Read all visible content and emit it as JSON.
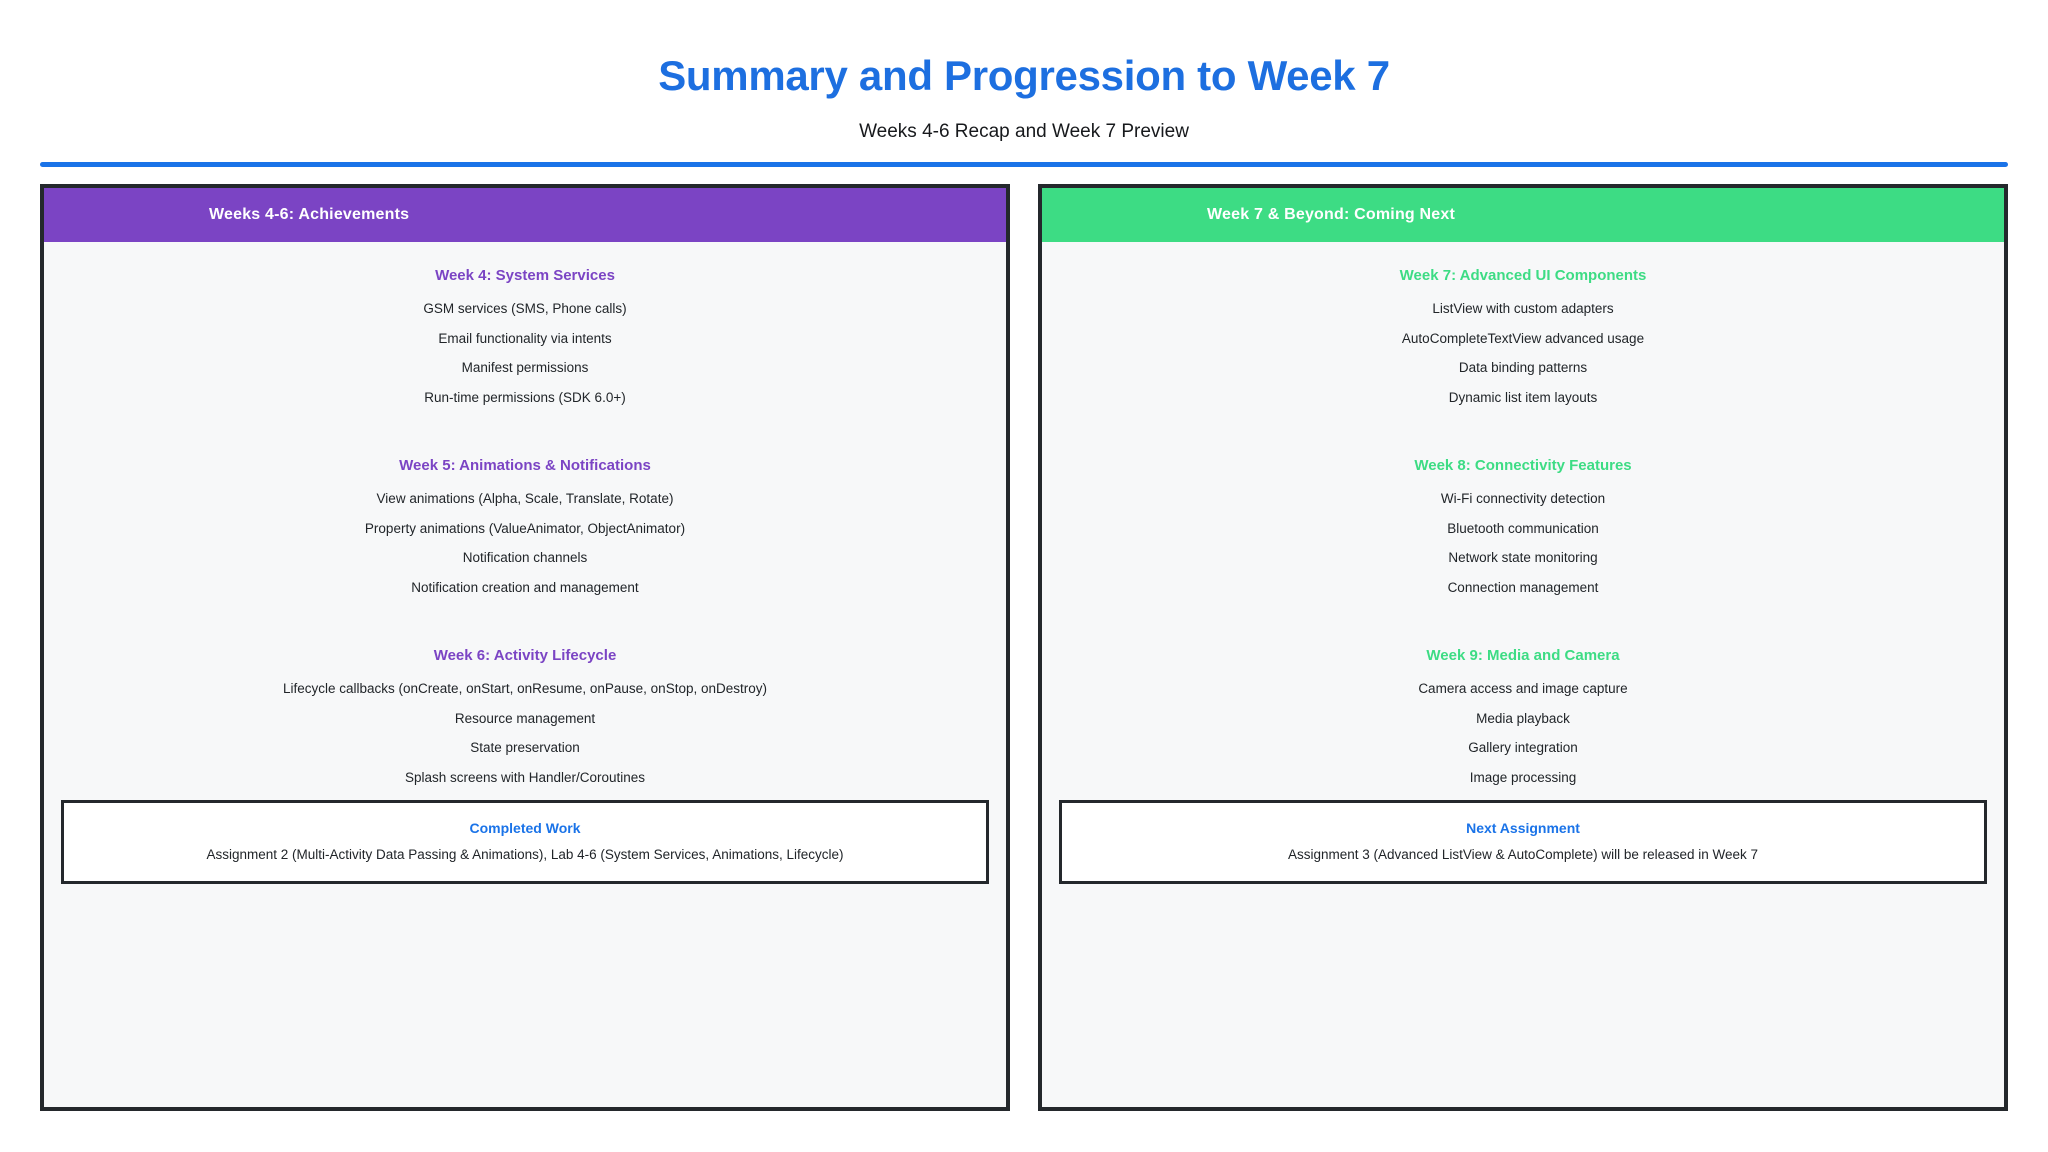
{
  "page": {
    "title": "Summary and Progression to Week 7",
    "subtitle": "Weeks 4-6 Recap and Week 7 Preview"
  },
  "colors": {
    "page_bg": "#ffffff",
    "title_blue": "#1d6fe0",
    "accent_blue": "#1a73e8",
    "purple_header": "#7b44c4",
    "green_header": "#3ddc84",
    "panel_bg": "#f7f8f9",
    "border_dark": "#24282c",
    "text_dark": "#212529"
  },
  "left_panel": {
    "header": "Weeks 4-6: Achievements",
    "sections": [
      {
        "heading": "Week 4: System Services",
        "items": [
          "GSM services (SMS, Phone calls)",
          "Email functionality via intents",
          "Manifest permissions",
          "Run-time permissions (SDK 6.0+)"
        ]
      },
      {
        "heading": "Week 5: Animations & Notifications",
        "items": [
          "View animations (Alpha, Scale, Translate, Rotate)",
          "Property animations (ValueAnimator, ObjectAnimator)",
          "Notification channels",
          "Notification creation and management"
        ]
      },
      {
        "heading": "Week 6: Activity Lifecycle",
        "items": [
          "Lifecycle callbacks (onCreate, onStart, onResume, onPause, onStop, onDestroy)",
          "Resource management",
          "State preservation",
          "Splash screens with Handler/Coroutines"
        ]
      }
    ],
    "callout": {
      "heading": "Completed Work",
      "body": "Assignment 2 (Multi-Activity Data Passing & Animations), Lab 4-6 (System Services, Animations, Lifecycle)"
    }
  },
  "right_panel": {
    "header": "Week 7 & Beyond: Coming Next",
    "sections": [
      {
        "heading": "Week 7: Advanced UI Components",
        "items": [
          "ListView with custom adapters",
          "AutoCompleteTextView advanced usage",
          "Data binding patterns",
          "Dynamic list item layouts"
        ]
      },
      {
        "heading": "Week 8: Connectivity Features",
        "items": [
          "Wi-Fi connectivity detection",
          "Bluetooth communication",
          "Network state monitoring",
          "Connection management"
        ]
      },
      {
        "heading": "Week 9: Media and Camera",
        "items": [
          "Camera access and image capture",
          "Media playback",
          "Gallery integration",
          "Image processing"
        ]
      }
    ],
    "callout": {
      "heading": "Next Assignment",
      "body": "Assignment 3 (Advanced ListView & AutoComplete) will be released in Week 7"
    }
  }
}
